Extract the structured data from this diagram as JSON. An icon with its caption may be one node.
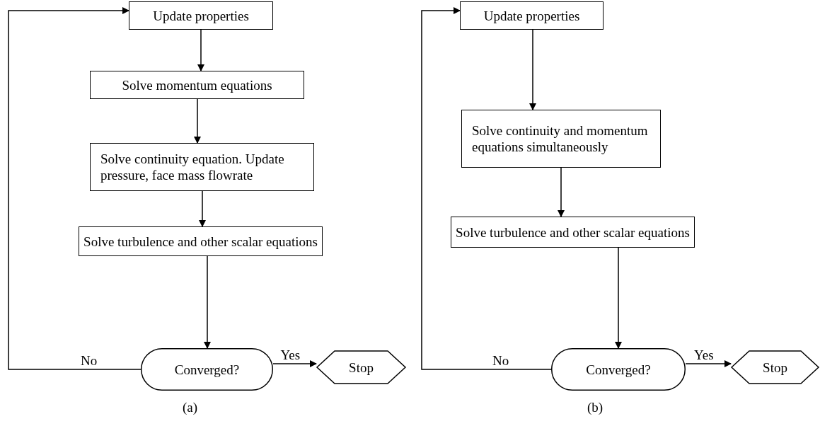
{
  "diagram": {
    "nodes": [
      {
        "text": [
          "Update properties"
        ]
      },
      {
        "text": [
          "Solve momentum equations"
        ]
      },
      {
        "text": [
          "Solve continuity equation. Update pressure, face mass flowrate"
        ]
      },
      {
        "text": [
          "Solve turbulence and other scalar equations"
        ]
      },
      {
        "text": [
          "Converged?"
        ]
      },
      {
        "text": [
          "Stop"
        ]
      },
      {
        "text": [
          "Update properties"
        ]
      },
      {
        "text": [
          "Solve continuity and momentum equations simultaneously"
        ]
      },
      {
        "text": [
          "Solve turbulence and other scalar equations"
        ]
      },
      {
        "text": [
          "Converged?"
        ]
      },
      {
        "text": [
          "Stop"
        ]
      }
    ],
    "edges": [
      {
        "from": 0,
        "to": 1,
        "arrow": "to"
      },
      {
        "from": 1,
        "to": 2,
        "arrow": "to"
      },
      {
        "from": 2,
        "to": 3,
        "arrow": "to"
      },
      {
        "from": 3,
        "to": 4,
        "arrow": "to"
      },
      {
        "from": 4,
        "to": 0,
        "arrow": "to",
        "label": "No"
      },
      {
        "from": 4,
        "to": 5,
        "arrow": "to",
        "label": "Yes"
      },
      {
        "from": 6,
        "to": 7,
        "arrow": "to"
      },
      {
        "from": 7,
        "to": 8,
        "arrow": "to"
      },
      {
        "from": 8,
        "to": 9,
        "arrow": "to"
      },
      {
        "from": 9,
        "to": 6,
        "arrow": "to",
        "label": "No"
      },
      {
        "from": 9,
        "to": 10,
        "arrow": "to",
        "label": "Yes"
      }
    ],
    "labels": [
      "(a)",
      "(b)"
    ]
  }
}
